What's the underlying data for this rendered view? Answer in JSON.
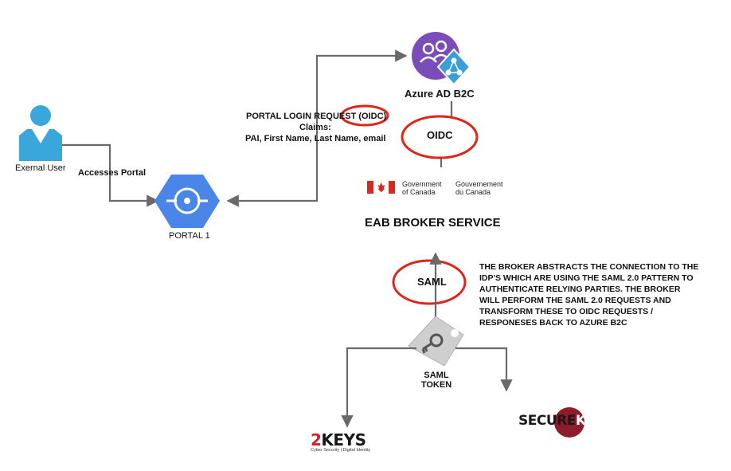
{
  "external_user": {
    "label": "Exernal  User"
  },
  "flows": {
    "accesses_portal": "Accesses Portal"
  },
  "portal": {
    "label": "PORTAL 1"
  },
  "login_request": {
    "title": "PORTAL LOGIN REQUEST (OIDC)",
    "claims_heading": "Claims:",
    "claims": "PAI, First Name, Last Name, email"
  },
  "azure": {
    "label": "Azure AD B2C"
  },
  "oidc_label": "OIDC",
  "government": {
    "en_line1": "Government",
    "en_line2": "of Canada",
    "fr_line1": "Gouvernement",
    "fr_line2": "du Canada"
  },
  "broker_title": "EAB BROKER SERVICE",
  "saml_label": "SAML",
  "broker_description": [
    "THE BROKER ABSTRACTS THE CONNECTION TO THE",
    "IDP'S WHICH ARE USING THE SAML 2.0 PATTERN TO",
    "AUTHENTICATE RELYING PARTIES. THE BROKER",
    "WILL PERFORM THE SAML 2.0 REQUESTS AND",
    "TRANSFORM THESE TO OIDC REQUESTS /",
    "RESPONESES BACK TO AZURE B2C"
  ],
  "saml_token": {
    "line1": "SAML",
    "line2": "TOKEN"
  },
  "twokeys": {
    "brand": "2KEYS",
    "tagline": "Cyber Security | Digital Identity"
  },
  "securekey": {
    "brand_left": "SECURE",
    "brand_right": "KEY"
  },
  "colors": {
    "user_blue": "#3aa7dc",
    "portal_blue": "#4a86e8",
    "azure_purple": "#7a4db8",
    "azure_diamond": "#3b9ed9",
    "highlight_red": "#e02418",
    "arrow_gray": "#6a6a6a",
    "canada_red": "#d52b1e",
    "securekey_maroon": "#8c1d2a"
  }
}
